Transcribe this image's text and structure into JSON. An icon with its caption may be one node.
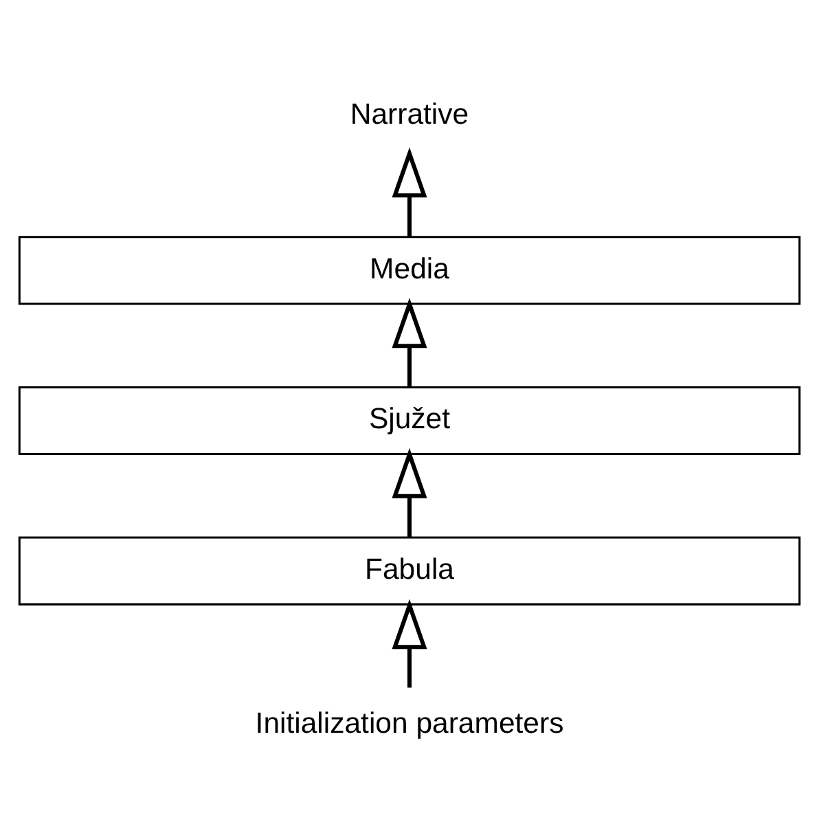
{
  "diagram": {
    "nodes": [
      {
        "text": [
          "Narrative"
        ]
      },
      {
        "text": [
          "Media"
        ]
      },
      {
        "text": [
          "Sjužet"
        ]
      },
      {
        "text": [
          "Fabula"
        ]
      },
      {
        "text": [
          "Initialization parameters"
        ]
      }
    ],
    "edges": [
      {
        "from": 4,
        "to": 3,
        "arrow": "to"
      },
      {
        "from": 3,
        "to": 2,
        "arrow": "to"
      },
      {
        "from": 2,
        "to": 1,
        "arrow": "to"
      },
      {
        "from": 1,
        "to": 0,
        "arrow": "to"
      }
    ]
  }
}
